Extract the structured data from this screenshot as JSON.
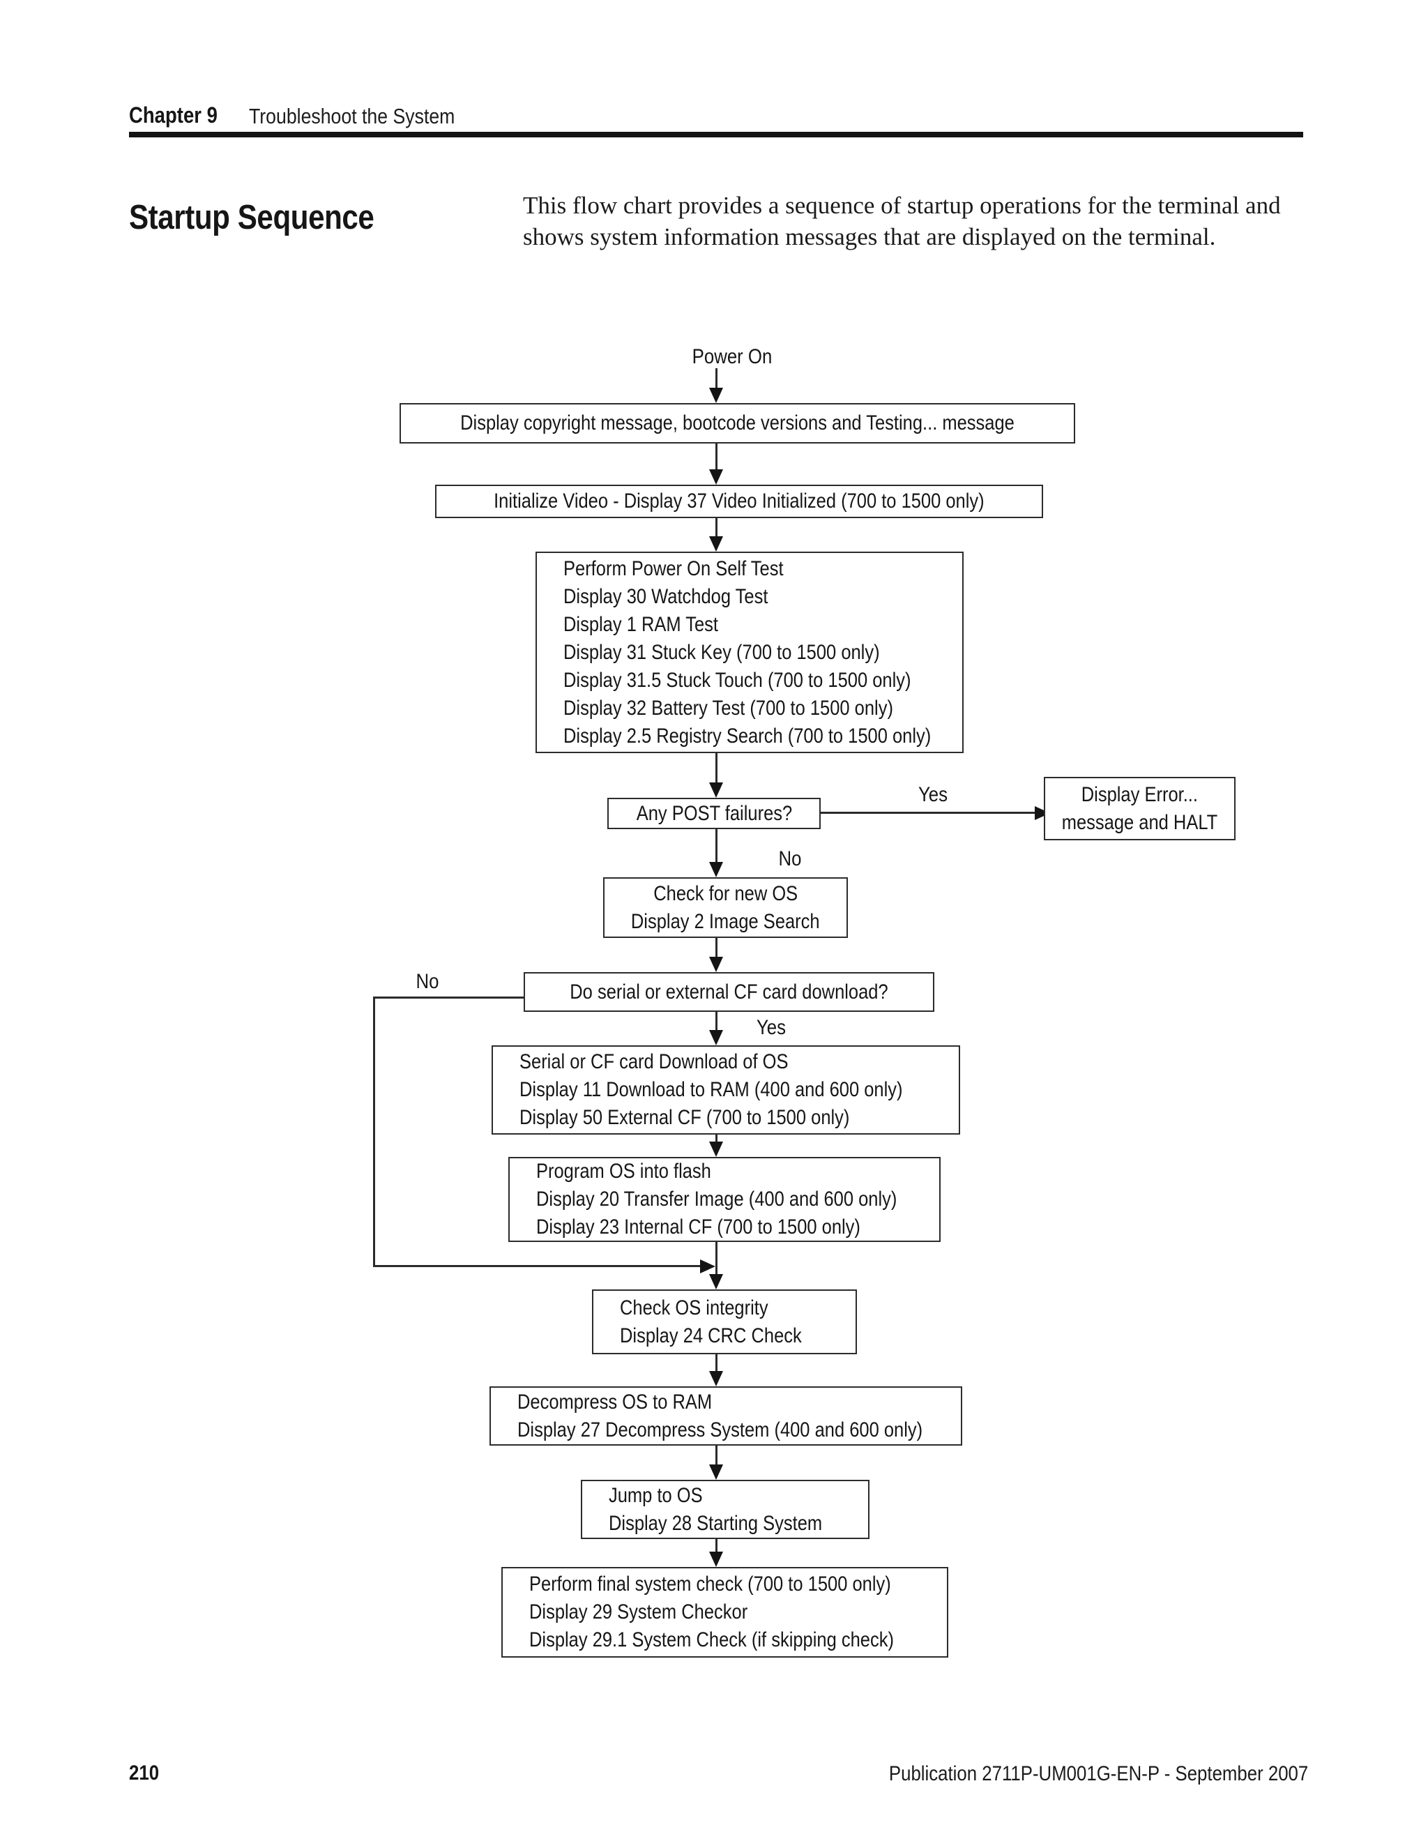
{
  "header": {
    "chapter_label": "Chapter 9",
    "section_title": "Troubleshoot the System"
  },
  "section": {
    "title": "Startup Sequence",
    "intro": "This flow chart provides a sequence of startup operations for the terminal and shows system information messages that are displayed on the terminal."
  },
  "flowchart": {
    "start_label": "Power On",
    "nodes": {
      "copyright": {
        "lines": [
          "Display copyright message, bootcode versions and Testing... message"
        ]
      },
      "init_video": {
        "lines": [
          "Initialize Video - Display 37 Video Initialized (700 to 1500 only)"
        ]
      },
      "post": {
        "lines": [
          "Perform Power On Self Test",
          "Display 30 Watchdog Test",
          "Display 1 RAM Test",
          "Display 31 Stuck Key (700 to 1500 only)",
          "Display 31.5 Stuck Touch (700 to 1500 only)",
          "Display 32 Battery Test (700 to 1500 only)",
          "Display 2.5 Registry Search (700 to 1500 only)"
        ]
      },
      "post_failures": {
        "lines": [
          "Any POST failures?"
        ]
      },
      "error_halt": {
        "lines": [
          "Display Error...",
          "message and HALT"
        ]
      },
      "check_new_os": {
        "lines": [
          "Check for new OS",
          "Display 2 Image Search"
        ]
      },
      "serial_question": {
        "lines": [
          "Do serial or external CF card download?"
        ]
      },
      "serial_download": {
        "lines": [
          "Serial or CF card Download of OS",
          "Display 11 Download to RAM (400 and 600 only)",
          "Display 50 External CF (700 to 1500 only)"
        ]
      },
      "program_flash": {
        "lines": [
          "Program OS into flash",
          "Display 20 Transfer Image (400 and 600 only)",
          "Display 23 Internal CF (700 to 1500 only)"
        ]
      },
      "check_integrity": {
        "lines": [
          "Check OS integrity",
          "Display 24 CRC Check"
        ]
      },
      "decompress": {
        "lines": [
          "Decompress OS to RAM",
          "Display 27 Decompress System (400 and 600 only)"
        ]
      },
      "jump_os": {
        "lines": [
          "Jump to OS",
          "Display 28 Starting System"
        ]
      },
      "final_check": {
        "lines": [
          "Perform final system check (700 to 1500 only)",
          "Display 29 System Checkor",
          "Display 29.1 System Check (if skipping check)"
        ]
      }
    },
    "labels": {
      "post_yes": "Yes",
      "post_no": "No",
      "serial_no": "No",
      "serial_yes": "Yes"
    }
  },
  "footer": {
    "page_number": "210",
    "publication": "Publication 2711P-UM001G-EN-P - September 2007"
  }
}
